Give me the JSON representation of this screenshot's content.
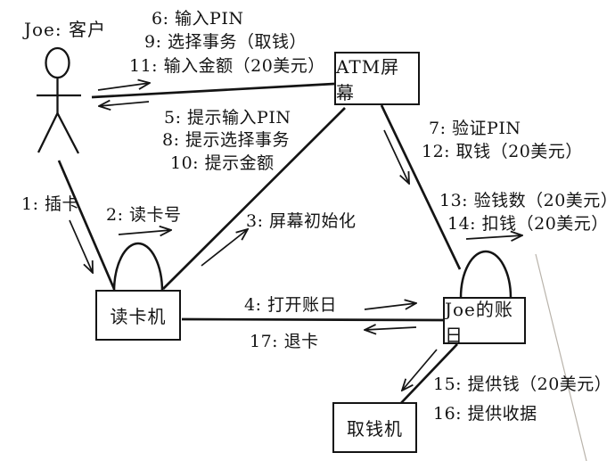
{
  "diagram_type": "uml-collaboration-diagram",
  "colors": {
    "ink": "#141414",
    "background": "#ffffff",
    "scan_artifact": "#b9b3ab"
  },
  "actor": {
    "label": "Joe: 客户"
  },
  "objects": {
    "atm_screen": {
      "label": "ATM屏幕"
    },
    "card_reader": {
      "label": "读卡机"
    },
    "joe_account": {
      "label": "Joe的账日"
    },
    "cash_dispenser": {
      "label": "取钱机"
    }
  },
  "messages": {
    "m1": {
      "label": "1: 插卡",
      "from": "customer",
      "to": "card_reader"
    },
    "m2": {
      "label": "2: 读卡号",
      "from": "card_reader",
      "to": "card_reader"
    },
    "m3": {
      "label": "3: 屏幕初始化",
      "from": "card_reader",
      "to": "atm_screen"
    },
    "m4": {
      "label": "4: 打开账日",
      "from": "card_reader",
      "to": "joe_account"
    },
    "m5": {
      "label": "5: 提示输入PIN",
      "from": "atm_screen",
      "to": "customer"
    },
    "m6": {
      "label": "6: 输入PIN",
      "from": "customer",
      "to": "atm_screen"
    },
    "m7": {
      "label": "7: 验证PIN",
      "from": "atm_screen",
      "to": "joe_account"
    },
    "m8": {
      "label": "8: 提示选择事务",
      "from": "atm_screen",
      "to": "customer"
    },
    "m9": {
      "label": "9: 选择事务（取钱）",
      "from": "customer",
      "to": "atm_screen"
    },
    "m10": {
      "label": "10: 提示金额",
      "from": "atm_screen",
      "to": "customer"
    },
    "m11": {
      "label": "11: 输入金额（20美元）",
      "from": "customer",
      "to": "atm_screen"
    },
    "m12": {
      "label": "12: 取钱（20美元）",
      "from": "atm_screen",
      "to": "joe_account"
    },
    "m13": {
      "label": "13: 验钱数（20美元）",
      "from": "joe_account",
      "to": "joe_account"
    },
    "m14": {
      "label": "14: 扣钱（20美元）",
      "from": "joe_account",
      "to": "joe_account"
    },
    "m15": {
      "label": "15: 提供钱（20美元）",
      "from": "joe_account",
      "to": "cash_dispenser"
    },
    "m16": {
      "label": "16: 提供收据",
      "from": "joe_account",
      "to": "cash_dispenser"
    },
    "m17": {
      "label": "17: 退卡",
      "from": "joe_account",
      "to": "card_reader"
    }
  }
}
